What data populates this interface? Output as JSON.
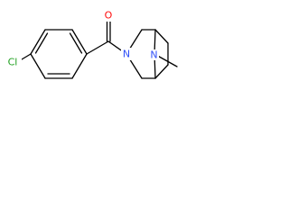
{
  "atoms": {
    "oxygen": {
      "label": "O",
      "color": "#ff0d0d"
    },
    "chlorine": {
      "label": "Cl",
      "color": "#1fa01f"
    },
    "amide_nitrogen": {
      "label": "N",
      "color": "#3050f8"
    },
    "bridge_nitrogen": {
      "label": "N",
      "color": "#3050f8"
    }
  },
  "bond_color": "#000000"
}
